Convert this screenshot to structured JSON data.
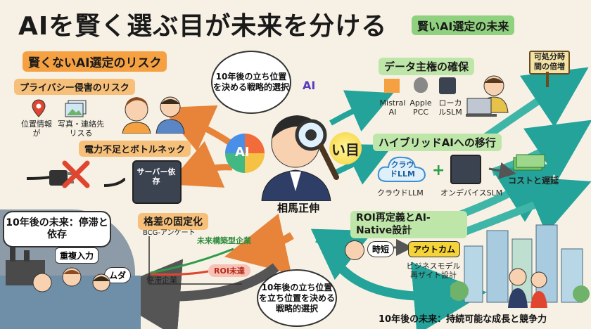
{
  "title": "AIを賢く選ぶ目が未来を分ける",
  "left": {
    "header": "賢くないAI選定のリスク",
    "privacy": {
      "title": "プライバシー侵害のリスク",
      "item1": "位置情報",
      "item1b": "が",
      "item2": "写真・連絡先",
      "item2b": "リスる"
    },
    "power": {
      "title": "電力不足とボトルネック",
      "server_label": "サーバー依存"
    },
    "gap": {
      "title": "格差の固定化",
      "survey": "BCG-アンケート",
      "future_company": "未来構築型企業",
      "stagnant_company": "停滞企業",
      "roi_gap": "ROI未達"
    },
    "future_bad": {
      "title": "10年後の未来：停滞と依存",
      "dup": "重複入力",
      "waste": "ムダ"
    }
  },
  "center": {
    "bubble_top": "10年後の立ち位置を決める戦略的選択",
    "bubble_bottom": "10年後の立ち位置を立ち位置を決める戦略的選択",
    "person_name": "相馬正伸",
    "eye_label": "い目",
    "ai_label": "AI"
  },
  "right": {
    "header": "賢いAI選定の未来",
    "sign": "可処分時間の倍増",
    "sovereignty": {
      "title": "データ主権の確保",
      "mistral": "Mistral AI",
      "apple": "Apple PCC",
      "local": "ローカルSLM"
    },
    "hybrid": {
      "title": "ハイブリッドAIへの移行",
      "cloud": "クラウドLLM",
      "cloud_label": "クラウドLLM",
      "device": "オンデバイスSLM",
      "cost": "コストと遅延"
    },
    "roi": {
      "title": "ROI再定義とAI-Native設計",
      "jitan": "時短",
      "outcome": "アウトカム",
      "redesign": "ビジネスモデル再ザイト設計"
    },
    "future_good": {
      "title": "10年後の未来：持続可能な成長と競争力"
    }
  },
  "icons": [
    "location-pin-icon",
    "photo-icon",
    "worried-person-icon",
    "plug-icon",
    "cross-icon",
    "chip-icon",
    "magnifier-icon",
    "cloud-icon",
    "laptop-icon",
    "money-icon",
    "factory-icon",
    "city-icon"
  ],
  "colors": {
    "orange": "#f5a142",
    "green": "#8fd17e",
    "teal": "#2aa79b",
    "blue": "#3a8fd8",
    "red": "#e0452f"
  }
}
